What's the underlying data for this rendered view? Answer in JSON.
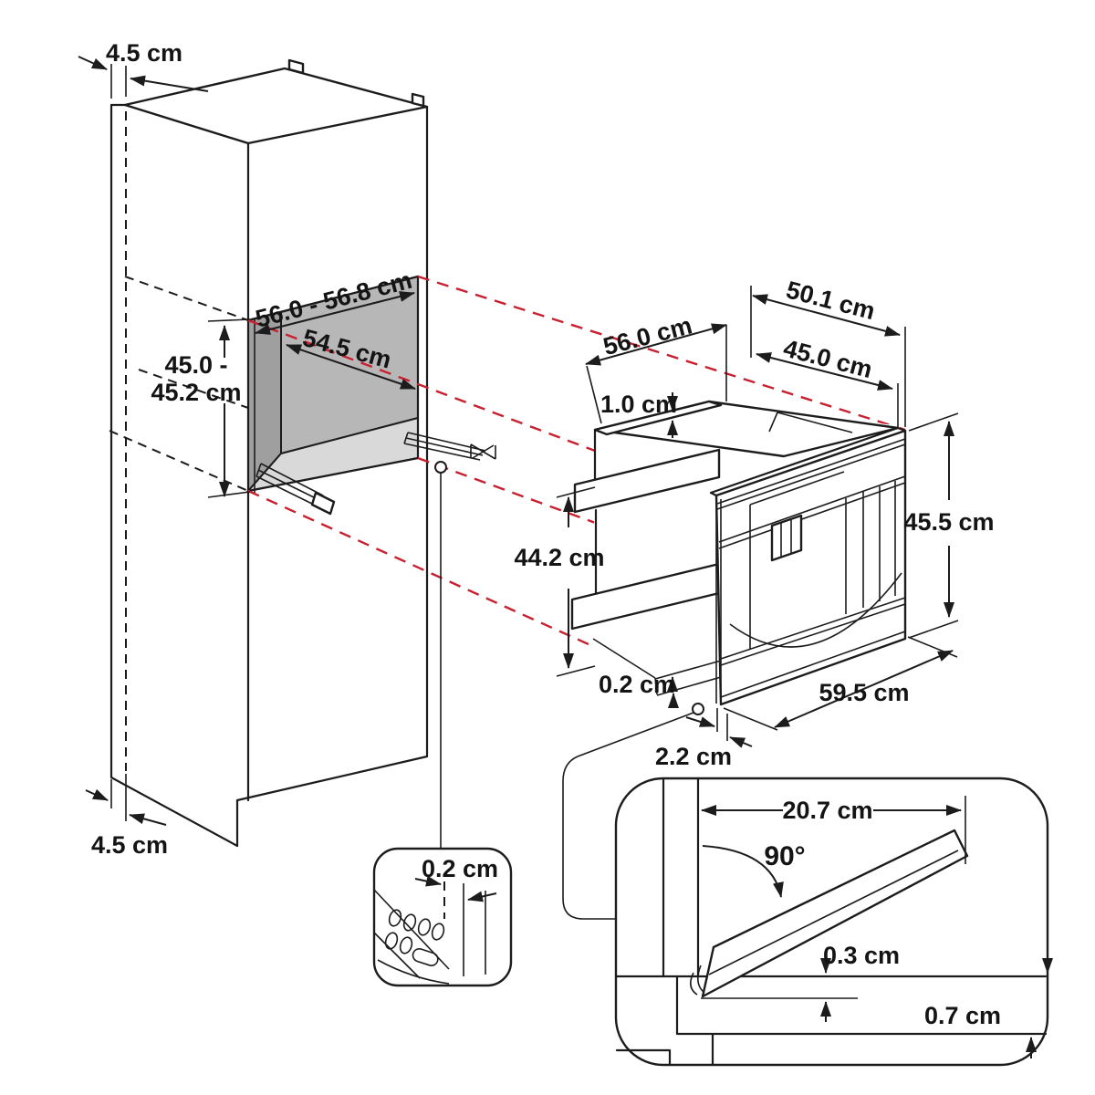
{
  "diagram": {
    "cabinet": {
      "top_panel_thickness": "4.5 cm",
      "bottom_panel_thickness": "4.5 cm",
      "niche": {
        "width_range": "56.0 - 56.8 cm",
        "depth": "54.5 cm",
        "height_line1": "45.0 -",
        "height_line2": "45.2 cm"
      }
    },
    "appliance": {
      "overall_depth": "56.0 cm",
      "depth_with_housing": "50.1 cm",
      "body_depth": "45.0 cm",
      "top_clearance": "1.0 cm",
      "front_height": "45.5 cm",
      "body_height": "44.2 cm",
      "bottom_gap": "0.2 cm",
      "front_width": "59.5 cm",
      "fascia_overhang": "2.2 cm"
    },
    "rear_detail": {
      "gap": "0.2 cm"
    },
    "door_detail": {
      "projection": "20.7 cm",
      "opening_angle": "90°",
      "upper_clearance": "0.3 cm",
      "lower_clearance": "0.7 cm"
    },
    "colors": {
      "line": "#1c1c1c",
      "projection": "#c8202f",
      "niche_side": "#9f9f9f",
      "niche_back": "#b7b7b7",
      "niche_floor": "#d9d9d9"
    }
  }
}
